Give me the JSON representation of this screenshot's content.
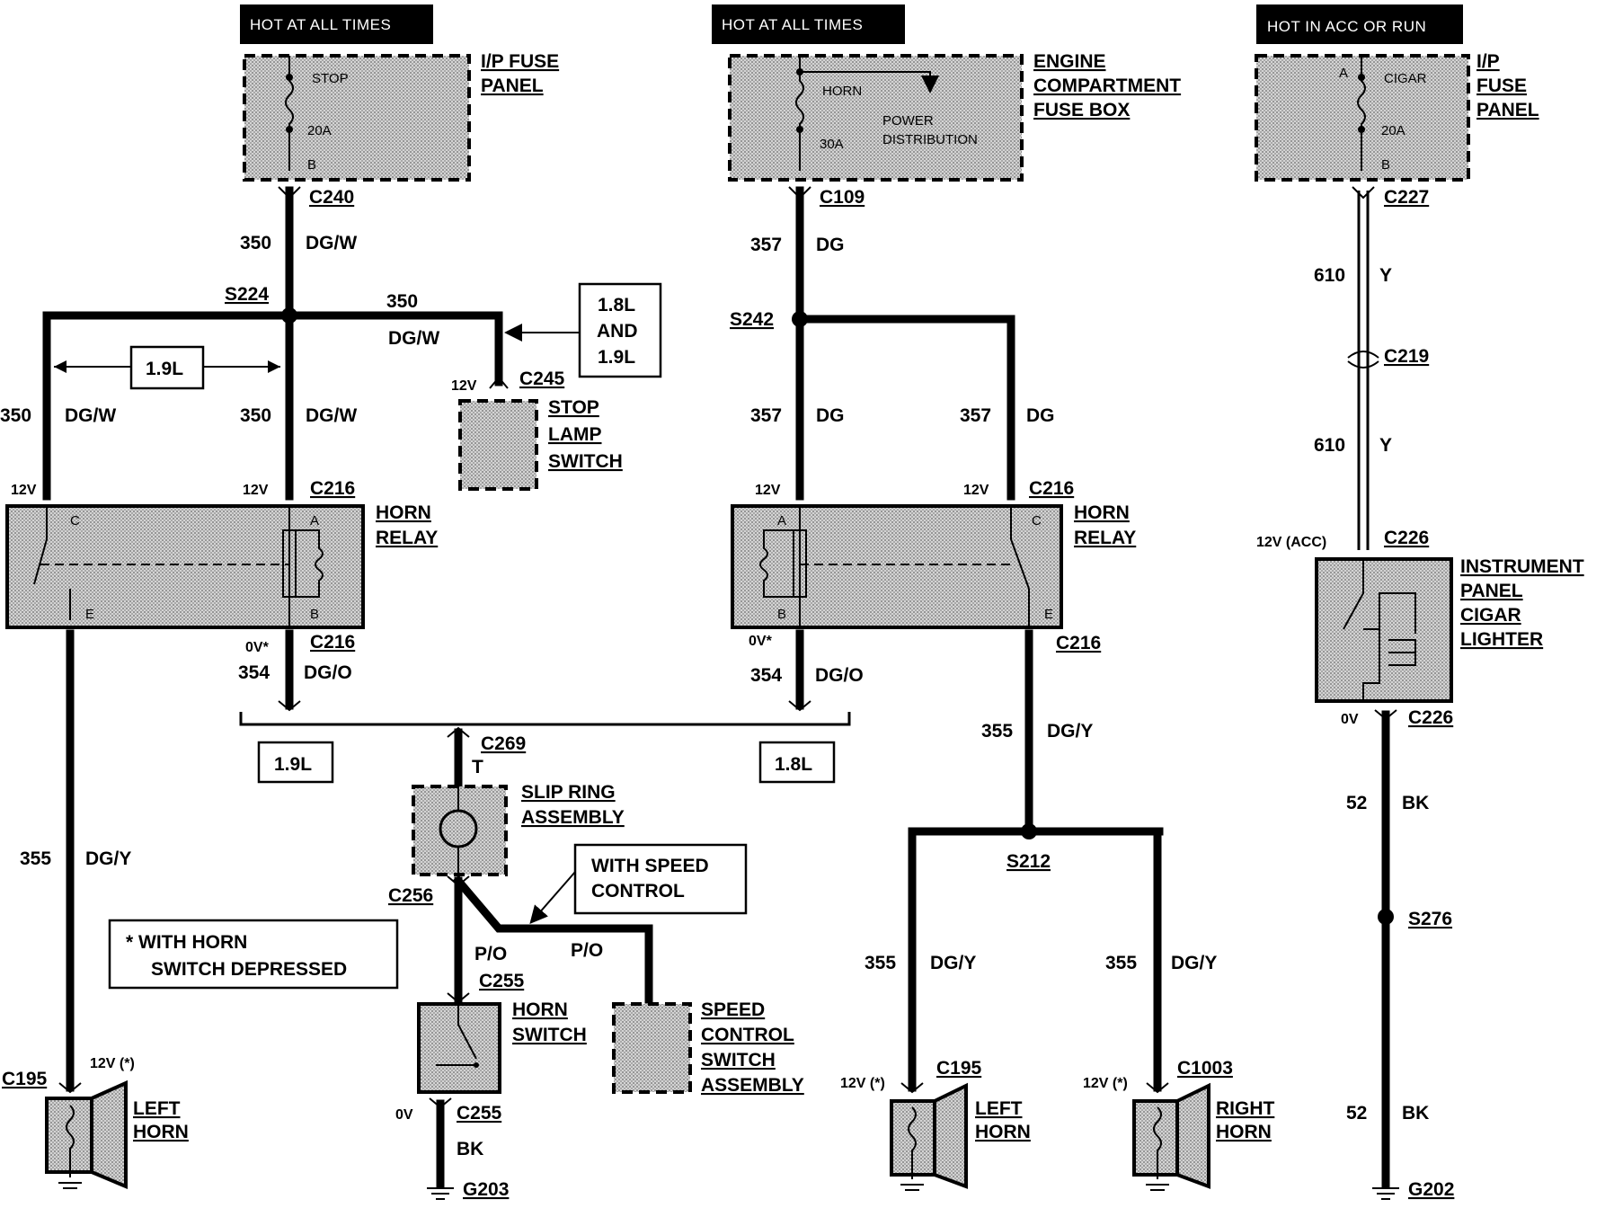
{
  "headers": {
    "hot_at_all_times": "HOT AT ALL TIMES",
    "hot_in_acc_or_run": "HOT IN ACC OR RUN"
  },
  "fuses": {
    "ip_fuse_panel_1": [
      "I/P FUSE",
      "PANEL"
    ],
    "stop": "STOP",
    "stop_amp": "20A",
    "terminal_b": "B",
    "engine_fuse_box": [
      "ENGINE",
      "COMPARTMENT",
      "FUSE BOX"
    ],
    "horn": "HORN",
    "horn_amp": "30A",
    "power_distribution": [
      "POWER",
      "DISTRIBUTION"
    ],
    "ip_fuse_panel_2": [
      "I/P",
      "FUSE",
      "PANEL"
    ],
    "cigar": "CIGAR",
    "cigar_amp": "20A",
    "terminal_a": "A"
  },
  "connectors": {
    "c240": "C240",
    "c109": "C109",
    "c227": "C227",
    "c219": "C219",
    "s224": "S224",
    "s242": "S242",
    "c245": "C245",
    "c216": "C216",
    "c269": "C269",
    "c256": "C256",
    "c255": "C255",
    "s212": "S212",
    "c195": "C195",
    "c1003": "C1003",
    "c226": "C226",
    "s276": "S276",
    "g203": "G203",
    "g202": "G202"
  },
  "wires": {
    "w350": "350",
    "dgw": "DG/W",
    "w357": "357",
    "dg": "DG",
    "w610": "610",
    "y": "Y",
    "w354": "354",
    "dgo": "DG/O",
    "w355": "355",
    "dgy": "DG/Y",
    "w52": "52",
    "bk": "BK",
    "t": "T",
    "po": "P/O"
  },
  "voltages": {
    "v12": "12V",
    "v0": "0V",
    "v0_star": "0V*",
    "v12_star": "12V (*)",
    "v12_acc": "12V (ACC)"
  },
  "notes": {
    "engines_18_19": [
      "1.8L",
      "AND",
      "1.9L"
    ],
    "engine_19": "1.9L",
    "engine_18": "1.8L",
    "speed_control_note": [
      "WITH SPEED",
      "CONTROL"
    ],
    "horn_depressed_note": [
      "* WITH HORN",
      "SWITCH DEPRESSED"
    ]
  },
  "components": {
    "stop_lamp_switch": [
      "STOP",
      "LAMP",
      "SWITCH"
    ],
    "horn_relay": [
      "HORN",
      "RELAY"
    ],
    "slip_ring": [
      "SLIP RING",
      "ASSEMBLY"
    ],
    "horn_switch": [
      "HORN",
      "SWITCH"
    ],
    "speed_control_switch": [
      "SPEED",
      "CONTROL",
      "SWITCH",
      "ASSEMBLY"
    ],
    "left_horn": [
      "LEFT",
      "HORN"
    ],
    "right_horn": [
      "RIGHT",
      "HORN"
    ],
    "cigar_lighter": [
      "INSTRUMENT",
      "PANEL",
      "CIGAR",
      "LIGHTER"
    ]
  },
  "relay_pins": {
    "a": "A",
    "b": "B",
    "c": "C",
    "e": "E"
  }
}
